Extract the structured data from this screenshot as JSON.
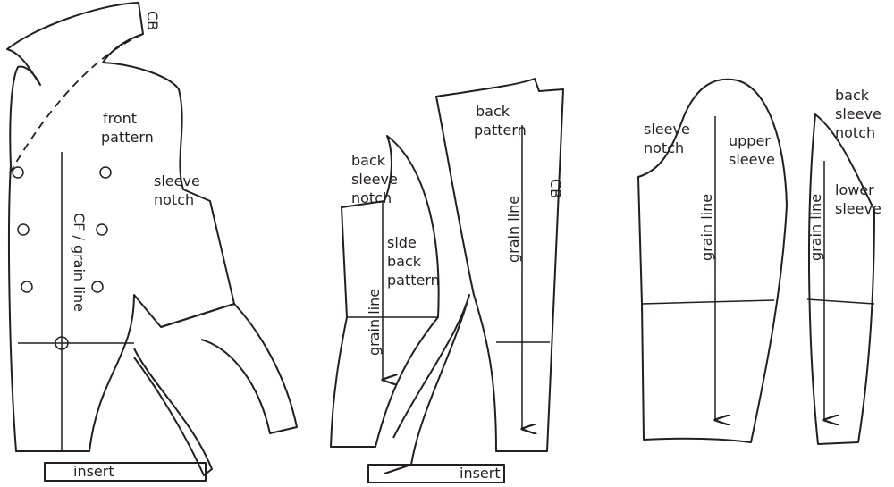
{
  "title": "Coat pattern pieces",
  "front": {
    "cb": "CB",
    "label": [
      "front",
      "pattern"
    ],
    "sleeve_notch": [
      "sleeve",
      "notch"
    ],
    "grain": "CF / grain line",
    "insert": "insert"
  },
  "side_back": {
    "notch": [
      "back",
      "sleeve",
      "notch"
    ],
    "label": [
      "side",
      "back",
      "pattern"
    ],
    "grain": "grain line",
    "insert": "insert"
  },
  "back": {
    "label": [
      "back",
      "pattern"
    ],
    "grain": "grain line",
    "cb": "CB"
  },
  "upper_sleeve": {
    "notch": [
      "sleeve",
      "notch"
    ],
    "label": [
      "upper",
      "sleeve"
    ],
    "grain": "grain line"
  },
  "lower_sleeve": {
    "notch": [
      "back",
      "sleeve",
      "notch"
    ],
    "label": [
      "lower",
      "sleeve"
    ],
    "grain": "grain line"
  },
  "colors": {
    "line": "#231f20",
    "background": "#ffffff"
  }
}
